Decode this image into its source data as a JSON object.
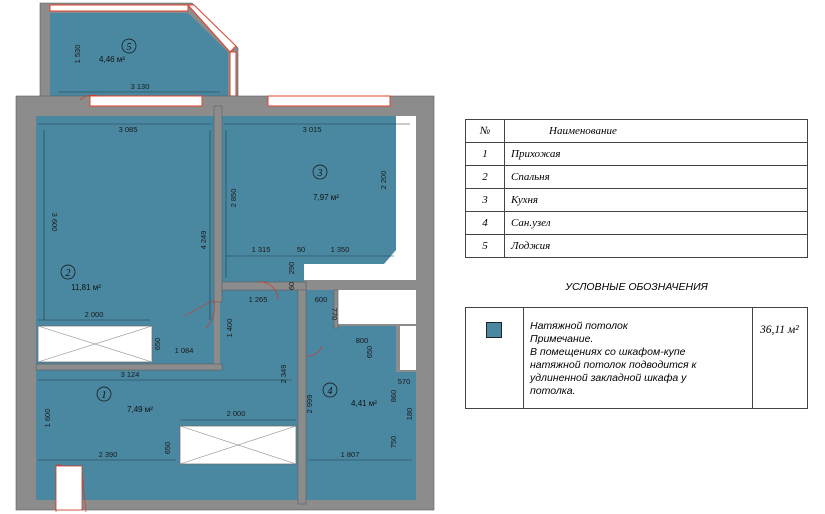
{
  "plan": {
    "rooms": [
      {
        "number": "1",
        "area": "7,49 м²"
      },
      {
        "number": "2",
        "area": "11,81 м²"
      },
      {
        "number": "3",
        "area": "7,97 м²"
      },
      {
        "number": "4",
        "area": "4,41 м²"
      },
      {
        "number": "5",
        "area": "4,46 м²"
      }
    ],
    "dimensions": {
      "d_1530": "1 530",
      "d_3130": "3 130",
      "d_3085": "3 085",
      "d_3015": "3 015",
      "d_3600": "3 600",
      "d_4249": "4 249",
      "d_2850": "2 850",
      "d_2200": "2 200",
      "d_1315": "1 315",
      "d_50": "50",
      "d_1350": "1 350",
      "d_290": "290",
      "d_60": "60",
      "d_1265": "1 265",
      "d_600": "600",
      "d_770": "770",
      "d_1400": "1 400",
      "d_2000a": "2 000",
      "d_650a": "650",
      "d_1084": "1 084",
      "d_800": "800",
      "d_650b": "650",
      "d_2349": "2 349",
      "d_2999": "2 999",
      "d_3124": "3 124",
      "d_570": "570",
      "d_860": "860",
      "d_180": "180",
      "d_1600": "1 600",
      "d_2000b": "2 000",
      "d_2390": "2 390",
      "d_650c": "650",
      "d_750": "750",
      "d_1807": "1 807"
    }
  },
  "legend_table": {
    "header": {
      "num": "№",
      "name": "Наименование"
    },
    "rows": [
      {
        "num": "1",
        "name": "Прихожая"
      },
      {
        "num": "2",
        "name": "Спальня"
      },
      {
        "num": "3",
        "name": "Кухня"
      },
      {
        "num": "4",
        "name": "Сан.узел"
      },
      {
        "num": "5",
        "name": "Лоджия"
      }
    ]
  },
  "legend": {
    "title": "УСЛОВНЫЕ ОБОЗНАЧЕНИЯ",
    "lines": [
      "Натяжной потолок",
      "Примечание.",
      "В помещениях со шкафом-купе",
      "натяжной потолок подводится к",
      "удлиненной закладной шкафа у",
      "потолка."
    ],
    "total": "36,11 м²"
  },
  "colors": {
    "ceiling": "#4a87a0",
    "wall": "#8c8c8c",
    "window": "#e0402a"
  }
}
